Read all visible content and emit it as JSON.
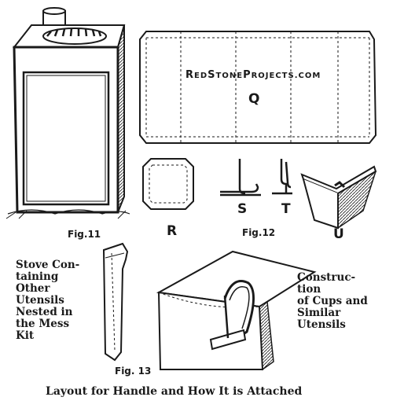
{
  "watermark": {
    "prefix_big": "R",
    "part1": "ED",
    "mid_big": "S",
    "part2": "TONE",
    "end_big": "P",
    "part3": "ROJECTS.COM"
  },
  "labels": {
    "q": "Q",
    "r": "R",
    "s": "S",
    "t": "T",
    "u": "U",
    "fig11": "Fig.11",
    "fig12": "Fig.12",
    "fig13": "Fig. 13"
  },
  "left_caption": [
    "Stove Con-",
    "taining",
    "Other",
    "Utensils",
    "Nested in",
    "the Mess",
    "Kit"
  ],
  "right_caption": [
    "Construc-",
    "tion",
    "of Cups and",
    "Similar",
    "Utensils"
  ],
  "bottom_caption": "Layout for Handle and How It is Attached",
  "colors": {
    "ink": "#1a1a1a",
    "paper": "#ffffff",
    "shade": "#d9d9d9"
  }
}
